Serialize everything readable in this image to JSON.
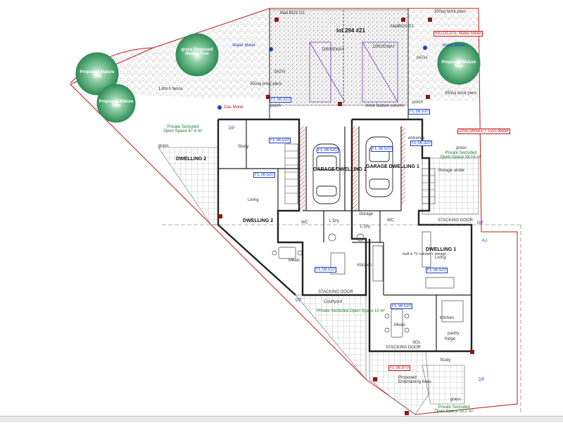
{
  "colors": {
    "wall": "#222222",
    "blue": "#1a3fc8",
    "red": "#c01818",
    "green": "#1c7a32",
    "tree": "#3fa36a",
    "tile": "#9aa0a6",
    "driveway": "#8c8c8c"
  },
  "labels": {
    "lot": "lot 294 #21",
    "mailbox_d2": "Mail BOX D2",
    "mailbox_d1": "MailBOX D1",
    "brick_piers_top": "350sq brick piers",
    "brick_piers_mid": "350sq brick piers",
    "brick_piers_right": "350sq brick piers",
    "relocate_meter": "RELOCATE Water Meter",
    "water_meter_left": "Water Meter",
    "water_meter_right": "Water Meter",
    "driveway_left": "DRIVEWAY",
    "driveway_right": "DRIVEWAY",
    "path_left": "PATH",
    "path_right": "PATH",
    "tree_top": "grass Proposed Mature Tree",
    "tree_left": "Proposed Mature Tree",
    "tree_mid": "Proposed Mature Tree",
    "tree_right": "Proposed Mature Tree",
    "fence": "1.8m h fence",
    "gas_meter": "Gas Meter",
    "porch_left": "porch",
    "porch_right": "porch",
    "brick_feature": "brick feature column",
    "private_left": "Private Secluded Open Space 47.4 m²",
    "private_right": "Private Secluded Open Space 39.16 m²",
    "private_bottom": "Private Secluded Open Space 29.2 m²",
    "disconnect_gas": "DISCONNECT GAS Meter",
    "grass_left": "grass",
    "grass_right": "grass",
    "grass_bottom": "grass",
    "dwelling2_a": "DWELLING 2",
    "dwelling2_b": "DWELLING 2",
    "dwelling1": "DWELLING 1",
    "garage_d2": "GARAGE DWELLING 2",
    "garage_d1": "GARAGE DWELLING 1",
    "study_left": "Study",
    "study_right": "Study",
    "living_left": "Living",
    "living_right": "Living",
    "meals_left": "Meals",
    "meals_right": "Meals",
    "kitchen_left": "Kitchen",
    "kitchen_right": "Kitchen",
    "ldry_left": "L'Dry",
    "ldry_right": "L'Dry",
    "wc_left": "WC",
    "wc_right": "WC",
    "storage": "storage",
    "storage_under": "Storage under",
    "stacking_door_left": "STACKING DOOR",
    "stacking_door_right": "STACKING DOOR",
    "stacking_door_bottom": "STACKING DOOR",
    "courtyard": "Courtyard",
    "private_courtyard": "Private Secluded Open Space 10 m²",
    "entrance": "entrance",
    "fl_1": "FL 56.320",
    "fl_2": "FL 56.520",
    "fl_3": "FL 56.520",
    "fl_4": "FL 56.520",
    "fl_5": "FL 56.520",
    "fl_6": "FL 56.520",
    "fl_7": "FL 56.520",
    "fl_8": "FL 56.520",
    "fl_9": "FL 56.520",
    "fl_10": "FL 56.870",
    "fl_11": "FL 56.320",
    "stairs_note": "Proposed Entertaining Area",
    "fridge": "fridge",
    "pantry": "pantry",
    "tv_cabinet": "built in TV cabinet + storage",
    "dp": "DP",
    "aj": "AJ",
    "sdl": "SDL"
  }
}
